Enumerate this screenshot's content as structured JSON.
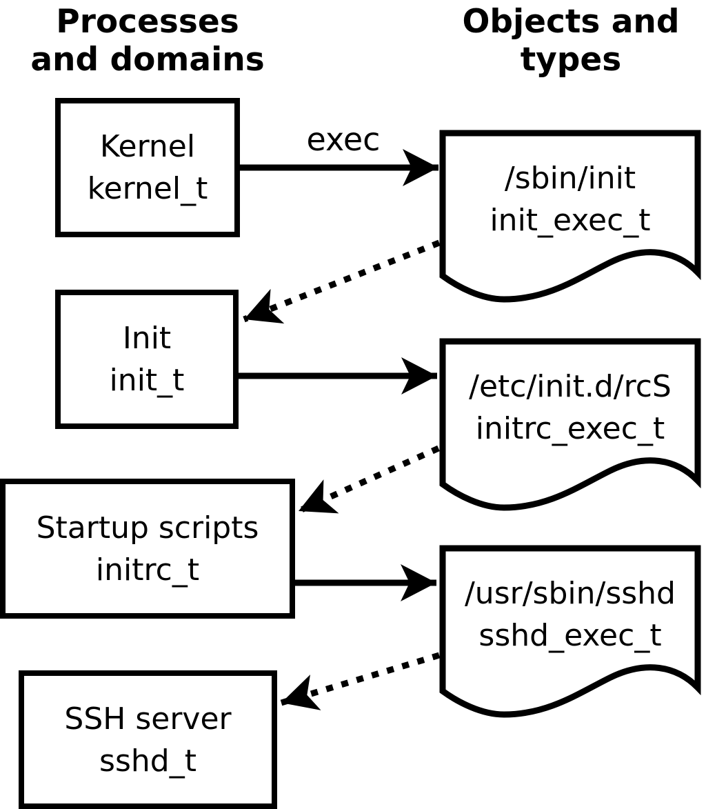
{
  "columns": {
    "left": {
      "line1": "Processes",
      "line2": "and domains"
    },
    "right": {
      "line1": "Objects and",
      "line2": "types"
    }
  },
  "processes": [
    {
      "name": "Kernel",
      "domain": "kernel_t"
    },
    {
      "name": "Init",
      "domain": "init_t"
    },
    {
      "name": "Startup scripts",
      "domain": "initrc_t"
    },
    {
      "name": "SSH server",
      "domain": "sshd_t"
    }
  ],
  "objects": [
    {
      "path": "/sbin/init",
      "type": "init_exec_t"
    },
    {
      "path": "/etc/init.d/rcS",
      "type": "initrc_exec_t"
    },
    {
      "path": "/usr/sbin/sshd",
      "type": "sshd_exec_t"
    }
  ],
  "edge_labels": {
    "exec": "exec"
  },
  "edges": [
    {
      "from": "kernel_t",
      "to": "/sbin/init",
      "style": "solid",
      "label": "exec"
    },
    {
      "from": "/sbin/init",
      "to": "init_t",
      "style": "dotted",
      "label": ""
    },
    {
      "from": "init_t",
      "to": "/etc/init.d/rcS",
      "style": "solid",
      "label": ""
    },
    {
      "from": "/etc/init.d/rcS",
      "to": "initrc_t",
      "style": "dotted",
      "label": ""
    },
    {
      "from": "initrc_t",
      "to": "/usr/sbin/sshd",
      "style": "solid",
      "label": ""
    },
    {
      "from": "/usr/sbin/sshd",
      "to": "sshd_t",
      "style": "dotted",
      "label": ""
    }
  ],
  "colors": {
    "line": "#000000",
    "background": "#ffffff",
    "text": "#000000"
  }
}
